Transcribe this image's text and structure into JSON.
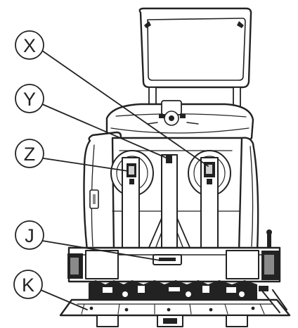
{
  "diagram": {
    "callouts": [
      {
        "id": "X",
        "label": "X"
      },
      {
        "id": "Y",
        "label": "Y"
      },
      {
        "id": "Z",
        "label": "Z"
      },
      {
        "id": "J",
        "label": "J"
      },
      {
        "id": "K",
        "label": "K"
      }
    ],
    "colors": {
      "line": "#222222",
      "fill": "#ffffff",
      "shade": "#8a8a8a",
      "light": "#d0d0d0"
    }
  }
}
